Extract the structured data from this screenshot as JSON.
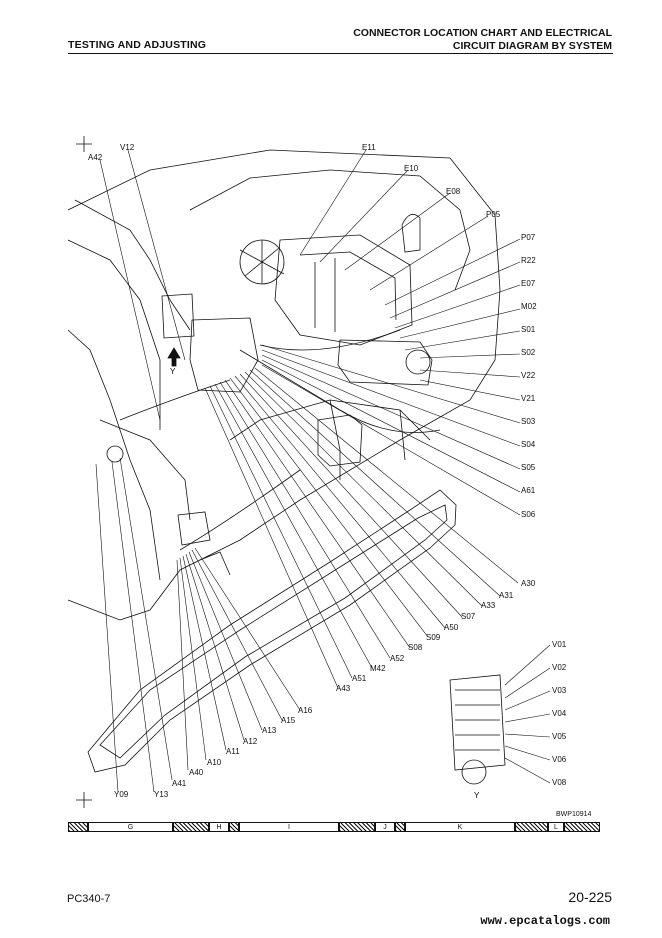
{
  "header": {
    "left": "TESTING AND ADJUSTING",
    "right_line1": "CONNECTOR LOCATION CHART AND ELECTRICAL",
    "right_line2": "CIRCUIT DIAGRAM BY SYSTEM"
  },
  "labels": {
    "A42": "A42",
    "V12": "V12",
    "E11": "E11",
    "E10": "E10",
    "E08": "E08",
    "P05": "P05",
    "P07": "P07",
    "R22": "R22",
    "E07": "E07",
    "M02": "M02",
    "S01": "S01",
    "S02": "S02",
    "V22": "V22",
    "V21": "V21",
    "S03": "S03",
    "S04": "S04",
    "S05": "S05",
    "A61": "A61",
    "S06": "S06",
    "A30": "A30",
    "A31": "A31",
    "A33": "A33",
    "S07": "S07",
    "A50": "A50",
    "S09": "S09",
    "S08": "S08",
    "A52": "A52",
    "M42": "M42",
    "A51": "A51",
    "A43": "A43",
    "A16": "A16",
    "A15": "A15",
    "A13": "A13",
    "A12": "A12",
    "A11": "A11",
    "A10": "A10",
    "A40": "A40",
    "A41": "A41",
    "Y13": "Y13",
    "Y09": "Y09",
    "V01": "V01",
    "V02": "V02",
    "V03": "V03",
    "V04": "V04",
    "V05": "V05",
    "V06": "V06",
    "V08": "V08",
    "Y": "Y",
    "Ysmall": "Y"
  },
  "drawing_code": "BWP10914",
  "grid_strip": [
    "G",
    "H",
    "I",
    "J",
    "K",
    "L"
  ],
  "footer": {
    "model": "PC340-7",
    "page": "20-225",
    "website": "www.epcatalogs.com"
  }
}
